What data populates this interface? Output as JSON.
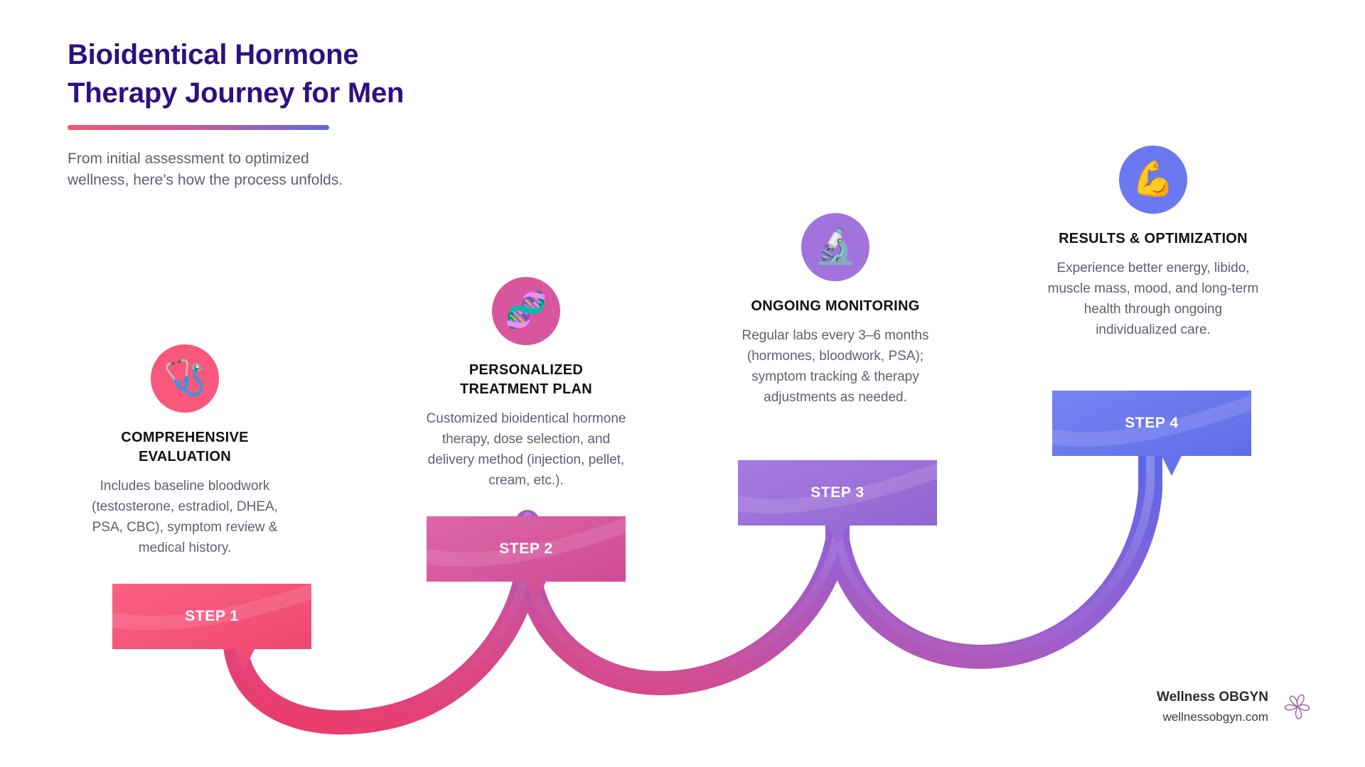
{
  "header": {
    "title": "Bioidentical Hormone\nTherapy Journey for Men",
    "subtitle": "From initial assessment to optimized\nwellness, here’s how the process unfolds.",
    "rule_gradient": [
      "#F4556F",
      "#C85C9B",
      "#5C6BE0"
    ],
    "title_color": "#2E1080",
    "subtitle_color": "#5E6070"
  },
  "steps": [
    {
      "badge": "STEP 1",
      "heading": "COMPREHENSIVE\nEVALUATION",
      "body": "Includes baseline bloodwork (testosterone, estradiol, DHEA, PSA, CBC), symptom review & medical history.",
      "icon": "stethoscope-icon",
      "icon_glyph": "🩺",
      "color": "#F9577C",
      "circle_color": "#F9577C"
    },
    {
      "badge": "STEP 2",
      "heading": "PERSONALIZED\nTREATMENT PLAN",
      "body": "Customized bioidentical hormone therapy, dose selection, and delivery method (injection, pellet, cream, etc.).",
      "icon": "dna-icon",
      "icon_glyph": "🧬",
      "color": "#D5559B",
      "circle_color": "#D8569E"
    },
    {
      "badge": "STEP 3",
      "heading": "ONGOING MONITORING",
      "body": "Regular labs every 3–6 months (hormones, bloodwork, PSA); symptom tracking & therapy adjustments as needed.",
      "icon": "microscope-icon",
      "icon_glyph": "🔬",
      "color": "#9B72D8",
      "circle_color": "#A273DC"
    },
    {
      "badge": "STEP 4",
      "heading": "RESULTS & OPTIMIZATION",
      "body": "Experience better energy, libido, muscle mass, mood, and long-term health through ongoing individualized care.",
      "icon": "flexed-biceps-icon",
      "icon_glyph": "💪",
      "color": "#6C78F0",
      "circle_color": "#6C78F0"
    }
  ],
  "brand": {
    "name": "Wellness OBGYN",
    "url": "wellnessobgyn.com",
    "logo": "flower-logo",
    "logo_color": "#9B6FA0"
  }
}
